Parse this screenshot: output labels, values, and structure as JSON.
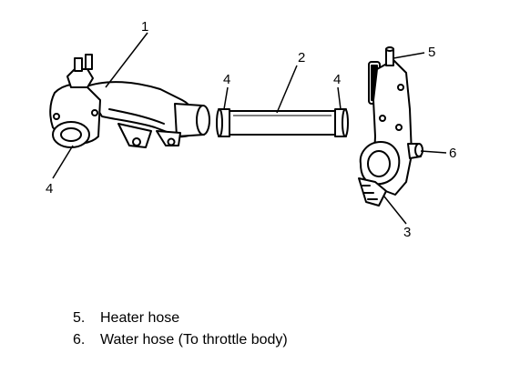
{
  "diagram": {
    "callouts": {
      "upper_pipe": "1",
      "straight_pipe": "2",
      "right_housing_bottom": "3",
      "left_housing_end": "4",
      "pipe_left_end": "4",
      "pipe_right_end": "4",
      "heater_hose": "5",
      "water_hose": "6"
    }
  },
  "legend": {
    "items": [
      {
        "number": "5.",
        "label": "Heater hose"
      },
      {
        "number": "6.",
        "label": "Water hose (To throttle body)"
      }
    ]
  },
  "colors": {
    "line": "#000000",
    "background": "#ffffff"
  }
}
